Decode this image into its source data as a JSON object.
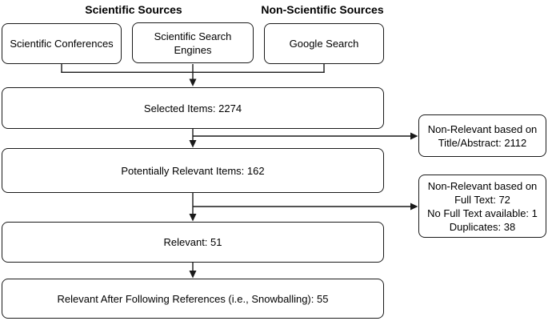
{
  "diagram": {
    "headers": [
      {
        "label": "Scientific Sources"
      },
      {
        "label": "Non-Scientific Sources"
      }
    ],
    "sources": [
      {
        "label": "Scientific Conferences"
      },
      {
        "label": "Scientific Search Engines"
      },
      {
        "label": "Google Search"
      }
    ],
    "flow": [
      {
        "label": "Selected Items: 2274"
      },
      {
        "label": "Potentially Relevant Items: 162"
      },
      {
        "label": "Relevant: 51"
      },
      {
        "label": "Relevant After Following References (i.e., Snowballing): 55"
      }
    ],
    "exclusions": [
      {
        "lines": [
          "Non-Relevant based on",
          "Title/Abstract: 2112"
        ]
      },
      {
        "lines": [
          "Non-Relevant based on",
          "Full Text: 72",
          "No Full Text available: 1",
          "Duplicates: 38"
        ]
      }
    ],
    "colors": {
      "border": "#1a1a1a",
      "text": "#000000",
      "background": "#ffffff"
    }
  }
}
